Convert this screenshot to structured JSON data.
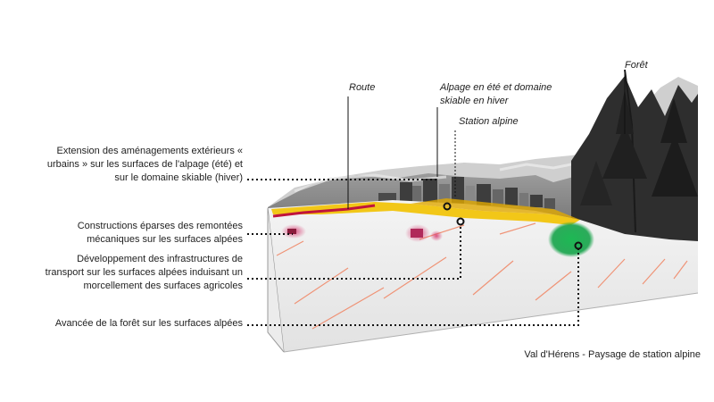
{
  "annotations": [
    {
      "text": "Extension des aménagements extérieurs « urbains » sur les surfaces de l'alpage (été) et sur le domaine skiable (hiver)"
    },
    {
      "text": "Constructions éparses des remontées mécaniques sur les surfaces alpées"
    },
    {
      "text": "Développement des infrastructures de transport sur les surfaces alpées induisant un morcellement des surfaces agricoles"
    },
    {
      "text": "Avancée de la forêt sur les surfaces alpées"
    }
  ],
  "labels": {
    "route": "Route",
    "alpage": "Alpage en été et domaine skiable en hiver",
    "station": "Station alpine",
    "foret": "Forêt"
  },
  "caption": "Val d'Hérens - Paysage de station alpine",
  "colors": {
    "urban_extension": "#f2c200",
    "route": "#c0143c",
    "lifts": "#d6336c",
    "transport_lines": "#f08a6a",
    "forest_advance": "#1db954",
    "leader_lines": "#111111"
  }
}
